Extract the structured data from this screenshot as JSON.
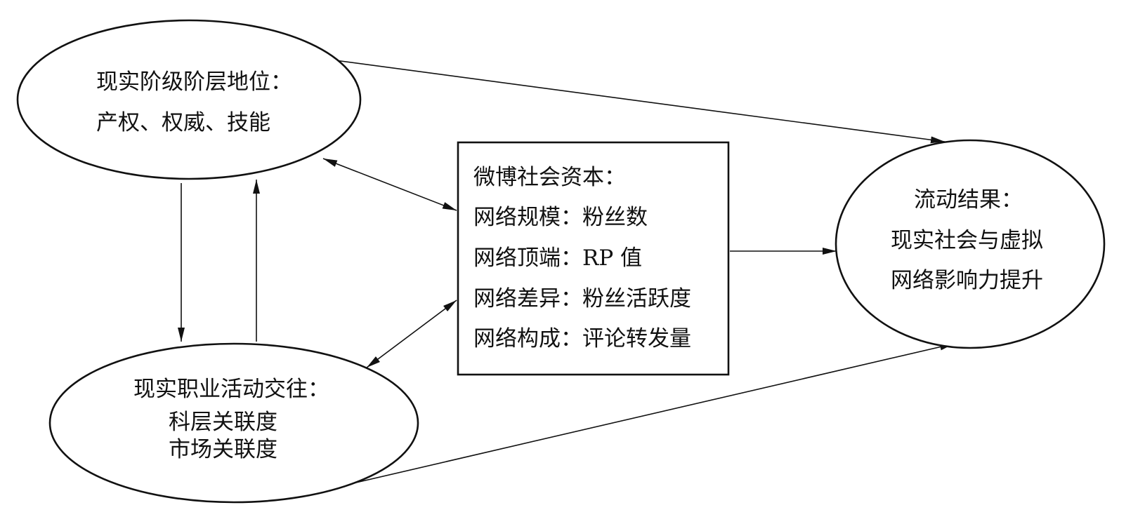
{
  "nodes": {
    "class_status": {
      "lines": [
        "现实阶级阶层地位：",
        "产权、权威、技能"
      ]
    },
    "occupation": {
      "lines": [
        "现实职业活动交往：",
        "科层关联度",
        "市场关联度"
      ]
    },
    "weibo_capital": {
      "lines": [
        "微博社会资本：",
        "网络规模：粉丝数",
        "网络顶端：RP 值",
        "网络差异：粉丝活跃度",
        "网络构成：评论转发量"
      ]
    },
    "mobility_result": {
      "lines": [
        "流动结果：",
        "现实社会与虚拟",
        "网络影响力提升"
      ]
    }
  },
  "edges": [
    {
      "from": "class_status",
      "to": "mobility_result",
      "direction": "forward"
    },
    {
      "from": "class_status",
      "to": "occupation",
      "direction": "forward"
    },
    {
      "from": "occupation",
      "to": "class_status",
      "direction": "forward"
    },
    {
      "from": "class_status",
      "to": "weibo_capital",
      "direction": "both"
    },
    {
      "from": "occupation",
      "to": "weibo_capital",
      "direction": "both"
    },
    {
      "from": "weibo_capital",
      "to": "mobility_result",
      "direction": "forward"
    },
    {
      "from": "occupation",
      "to": "mobility_result",
      "direction": "forward"
    }
  ]
}
